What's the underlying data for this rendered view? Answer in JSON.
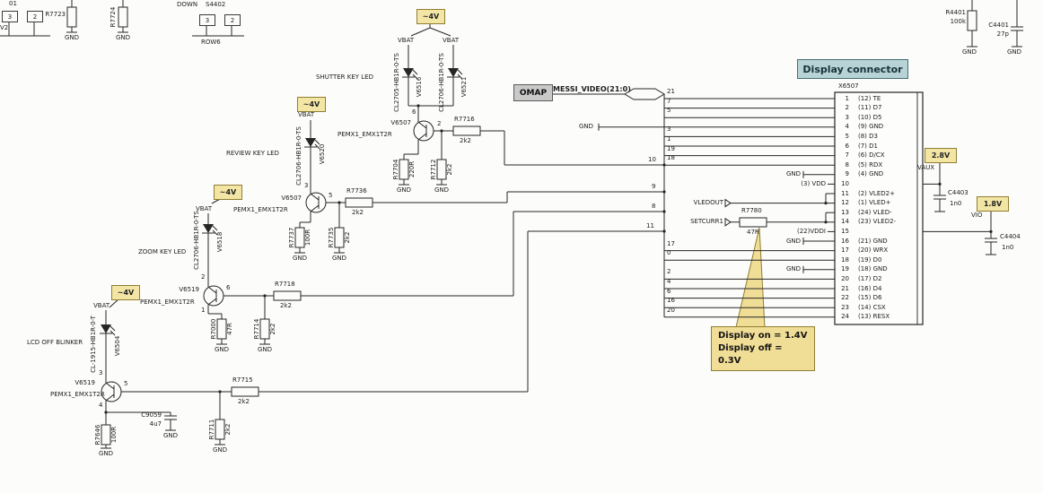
{
  "keys": {
    "frag_label": "01",
    "frag_pin3": "3",
    "frag_pin2": "2",
    "frag_net": "V2",
    "r7723": {
      "ref": "R7723",
      "gnd": "GND"
    },
    "r7724": {
      "ref": "R7724",
      "gnd": "GND"
    },
    "down_label": "DOWN",
    "switch": "S4402",
    "pin3": "3",
    "pin2": "2",
    "row": "ROW6"
  },
  "led_groups": {
    "shutter": {
      "rail": "~4V",
      "vbat1": "VBAT",
      "vbat2": "VBAT",
      "title": "SHUTTER KEY LED",
      "led1": {
        "ref": "V6516",
        "part": "CL2705-HB1R-0-TS"
      },
      "led2": {
        "ref": "V6521",
        "part": "CL2706-HB1R-0-TS"
      },
      "q": {
        "ref": "V6507",
        "part": "PEMX1_EMX1T2R",
        "pin_c": "6",
        "pin_b": "2"
      },
      "r_base": {
        "ref": "R7716",
        "val": "2k2"
      },
      "r_e": {
        "ref": "R7704",
        "val": "220R",
        "gnd": "GND"
      },
      "r_pd": {
        "ref": "R7712",
        "val": "2k2",
        "gnd": "GND"
      },
      "bit": "10"
    },
    "review": {
      "rail": "~4V",
      "vbat": "VBAT",
      "title": "REVIEW KEY LED",
      "led": {
        "ref": "V6520",
        "part": "CL2706-HB1R-0-TS"
      },
      "q": {
        "ref": "V6507",
        "part": "PEMX1_EMX1T2R",
        "pin_c": "3",
        "pin_b": "5"
      },
      "r_base": {
        "ref": "R7736",
        "val": "2k2"
      },
      "r_e": {
        "ref": "R7737",
        "val": "100R",
        "gnd": "GND"
      },
      "r_pd": {
        "ref": "R7735",
        "val": "2k2",
        "gnd": "GND"
      },
      "bit": "9"
    },
    "zoom": {
      "rail": "~4V",
      "vbat": "VBAT",
      "title": "ZOOM KEY LED",
      "led": {
        "ref": "V6518",
        "part": "CL2706-HB1R-0-TS"
      },
      "q": {
        "ref": "V6519",
        "part": "PEMX1_EMX1T2R",
        "pin_c": "2",
        "pin_b": "6",
        "pin_e": "1"
      },
      "r_base": {
        "ref": "R7718",
        "val": "2k2"
      },
      "r_e": {
        "ref": "R7000",
        "val": "47R",
        "gnd": "GND"
      },
      "r_pd": {
        "ref": "R7714",
        "val": "2k2",
        "gnd": "GND"
      },
      "bit": "8"
    },
    "blinker": {
      "rail": "~4V",
      "vbat": "VBAT",
      "title": "LCD OFF BLINKER",
      "led": {
        "ref": "V6504",
        "part": "CL-1915-HB1R-0-T"
      },
      "q": {
        "ref": "V6519",
        "part": "PEMX1_EMX1T2R",
        "pin_c": "3",
        "pin_b": "5",
        "pin_e": "4"
      },
      "r_base": {
        "ref": "R7715",
        "val": "2k2"
      },
      "cap": {
        "ref": "C9059",
        "val": "4u7",
        "gnd": "GND"
      },
      "r_e": {
        "ref": "R7646",
        "val": "100R",
        "gnd": "GND"
      },
      "r_pd": {
        "ref": "R7711",
        "val": "2k2",
        "gnd": "GND"
      },
      "bit": "11"
    }
  },
  "omap": {
    "label": "OMAP",
    "bus": "MESSI_VIDEO(21:0)"
  },
  "connector": {
    "title": "Display connector",
    "ref": "X6507",
    "gnd": "GND",
    "pins": [
      {
        "n": "1",
        "label": "(12) TE",
        "bit": "21"
      },
      {
        "n": "2",
        "label": "(11) D7",
        "bit": "7"
      },
      {
        "n": "3",
        "label": "(10) D5",
        "bit": "5"
      },
      {
        "n": "4",
        "label": "(9) GND",
        "gnd": "far"
      },
      {
        "n": "5",
        "label": "(8) D3",
        "bit": "3"
      },
      {
        "n": "6",
        "label": "(7) D1",
        "bit": "1"
      },
      {
        "n": "7",
        "label": "(6) D/CX",
        "bit": "19"
      },
      {
        "n": "8",
        "label": "(5) RDX",
        "bit": "18"
      },
      {
        "n": "9",
        "label": "(4) GND",
        "gnd": "near"
      },
      {
        "n": "10",
        "outer": "(3) VDD"
      },
      {
        "n": "11",
        "label": "(2) VLED2+",
        "short": true
      },
      {
        "n": "12",
        "label": "(1) VLED+",
        "short": true
      },
      {
        "n": "13",
        "label": "(24) VLED-",
        "short": true
      },
      {
        "n": "14",
        "label": "(23) VLED2-",
        "short": true
      },
      {
        "n": "15",
        "outer": "(22)VDDI"
      },
      {
        "n": "16",
        "label": "(21) GND",
        "gnd": "near"
      },
      {
        "n": "17",
        "label": "(20) WRX",
        "bit": "17"
      },
      {
        "n": "18",
        "label": "(19) D0",
        "bit": "0"
      },
      {
        "n": "19",
        "label": "(18) GND",
        "gnd": "near"
      },
      {
        "n": "20",
        "label": "(17) D2",
        "bit": "2"
      },
      {
        "n": "21",
        "label": "(16) D4",
        "bit": "4"
      },
      {
        "n": "22",
        "label": "(15) D6",
        "bit": "6"
      },
      {
        "n": "23",
        "label": "(14) CSX",
        "bit": "16"
      },
      {
        "n": "24",
        "label": "(13) RESX",
        "bit": "20"
      }
    ]
  },
  "vled": {
    "vledout": "VLEDOUT",
    "setcurr": "SETCURR1",
    "r7780": {
      "ref": "R7780",
      "val": "47R"
    }
  },
  "note": {
    "line1": "Display on = 1.4V",
    "line2": "Display off = 0.3V"
  },
  "right": {
    "r4401": {
      "ref": "R4401",
      "val": "100k",
      "gnd": "GND"
    },
    "c4401": {
      "ref": "C4401",
      "val": "27p",
      "gnd": "GND"
    },
    "v28": "2.8V",
    "vaux": "VAUX",
    "c4403": {
      "ref": "C4403",
      "val": "1n0"
    },
    "v18": "1.8V",
    "vio": "VIO",
    "c4404": {
      "ref": "C4404",
      "val": "1n0"
    }
  }
}
